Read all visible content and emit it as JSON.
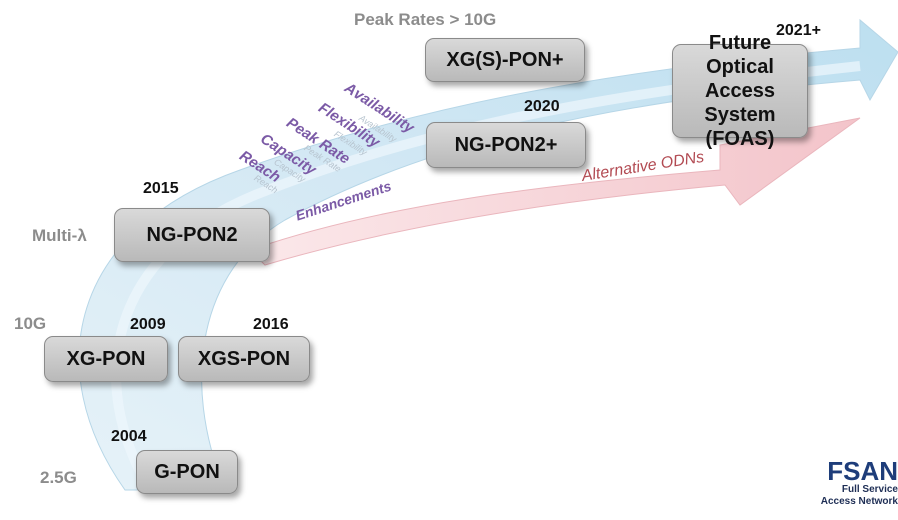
{
  "diagram": {
    "peak_rates_label": "Peak Rates > 10G",
    "rates": {
      "r25": "2.5G",
      "r10": "10G",
      "multi": "Multi-λ"
    },
    "years": {
      "y2004": "2004",
      "y2009": "2009",
      "y2016": "2016",
      "y2015": "2015",
      "y2020": "2020",
      "y2021": "2021+"
    },
    "boxes": {
      "gpon": "G-PON",
      "xgpon": "XG-PON",
      "xgspon": "XGS-PON",
      "ngpon2": "NG-PON2",
      "ngpon2plus": "NG-PON2+",
      "xgsponplus": "XG(S)-PON+",
      "foas_line1": "Future Optical",
      "foas_line2": "Access System",
      "foas_line3": "(FOAS)"
    },
    "enhancements": {
      "availability": "Availability",
      "flexibility": "Flexibility",
      "peak_rate": "Peak Rate",
      "capacity": "Capacity",
      "reach": "Reach",
      "enhancements": "Enhancements"
    },
    "alternative_odns": "Alternative ODNs",
    "colors": {
      "arrow_blue": "#cfe6f3",
      "arrow_pink": "#f6d2d6",
      "box": "#c9c9c9",
      "enh_text": "#7b5aa6",
      "alt_text": "#b24a52",
      "logo": "#1e3d7a"
    }
  },
  "logo": {
    "title": "FSAN",
    "line1": "Full Service",
    "line2": "Access Network"
  }
}
